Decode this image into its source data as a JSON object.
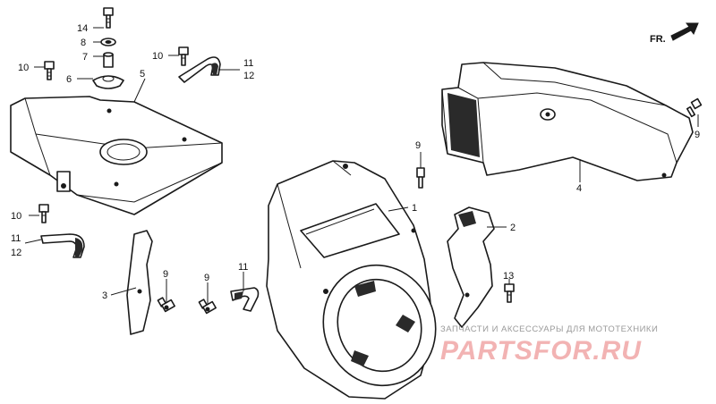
{
  "direction": {
    "label": "FR.",
    "arrow_icon": "front-arrow-icon"
  },
  "callouts": {
    "c14": "14",
    "c8": "8",
    "c7": "7",
    "c6": "6",
    "c10_top": "10",
    "c10_clip": "10",
    "c11_top": "11",
    "c12_top": "12",
    "c5": "5",
    "c10_left": "10",
    "c11_left": "11",
    "c12_left": "12",
    "c3": "3",
    "c9_a": "9",
    "c9_b": "9",
    "c11_mid": "11",
    "c1": "1",
    "c2": "2",
    "c13": "13",
    "c9_mid": "9",
    "c4": "4",
    "c9_right": "9"
  },
  "watermark": {
    "tagline": "ЗАПЧАСТИ И АКСЕССУАРЫ ДЛЯ МОТОТЕХНИКИ",
    "brand": "PARTSFOR.RU"
  }
}
